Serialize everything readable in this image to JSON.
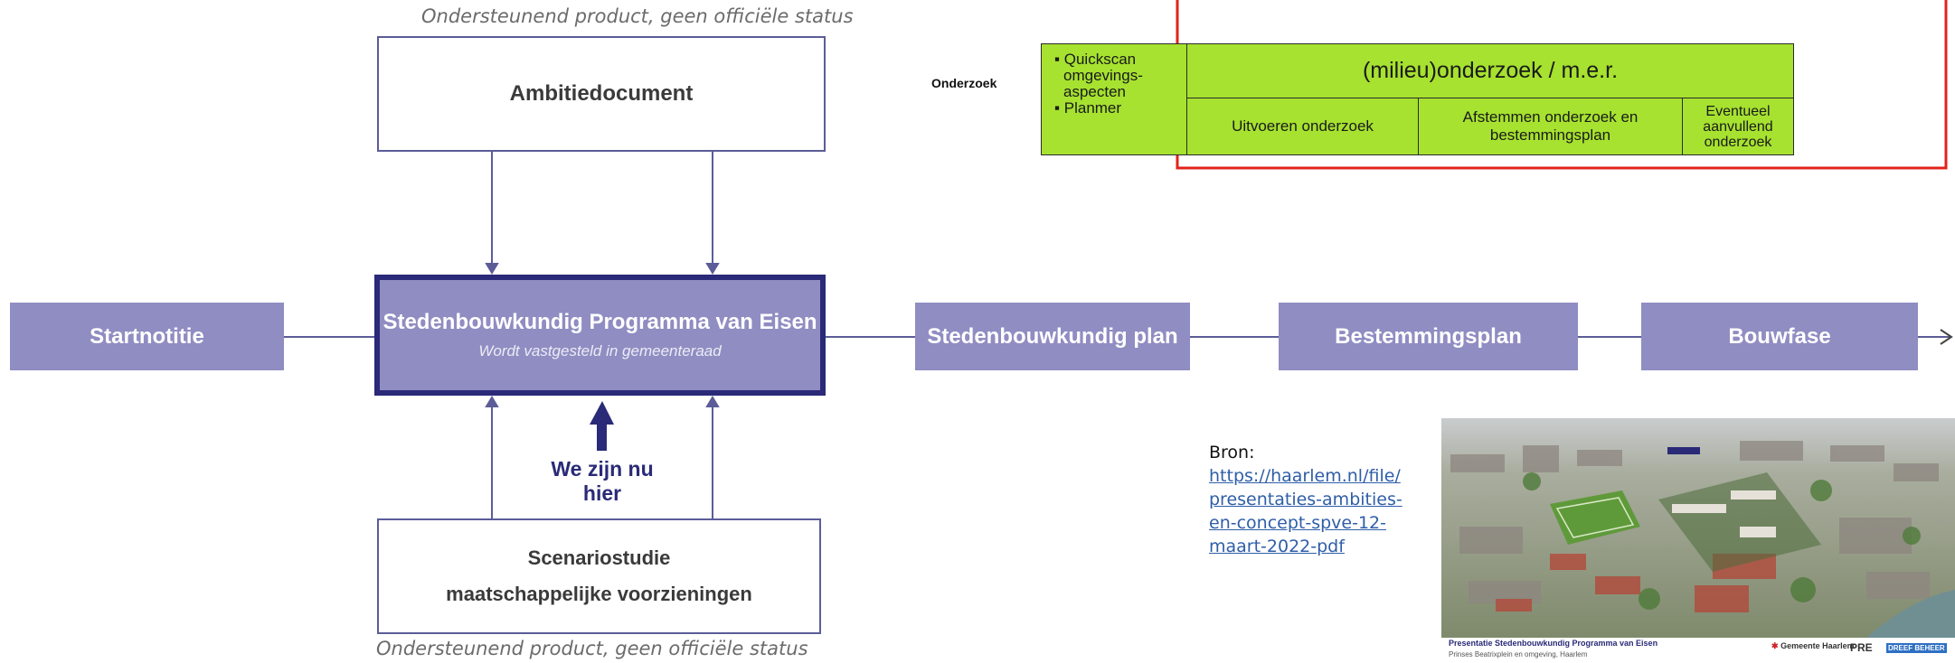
{
  "top_note": "Ondersteunend product, geen officiële status",
  "bottom_note": "Ondersteunend product, geen officiële status",
  "ambitie": {
    "label": "Ambitiedocument"
  },
  "spve": {
    "title": "Stedenbouwkundig Programma van Eisen",
    "subtitle": "Wordt vastgesteld in gemeenteraad"
  },
  "phases": {
    "start": "Startnotitie",
    "plan": "Stedenbouwkundig plan",
    "bestemming": "Bestemmingsplan",
    "bouw": "Bouwfase"
  },
  "here_label": "We zijn nu hier",
  "scenario": {
    "line1": "Scenariostudie",
    "line2": "maatschappelijke voorzieningen"
  },
  "research": {
    "row_label": "Onderzoek",
    "quickscan": [
      "Quickscan",
      "omgevings-",
      "aspecten",
      "Planmer"
    ],
    "main_title": "(milieu)onderzoek / m.e.r.",
    "cells": [
      "Uitvoeren onderzoek",
      "Afstemmen onderzoek en bestemmingsplan",
      "Eventueel aanvullend onderzoek"
    ]
  },
  "source": {
    "label": "Bron:",
    "link_lines": [
      "https://haarlem.nl/file/",
      "presentaties-ambities-",
      "en-concept-spve-12-",
      "maart-2022-pdf"
    ]
  },
  "thumbnail": {
    "caption_title": "Presentatie Stedenbouwkundig Programma van Eisen",
    "caption_sub": "Prinses Beatrixplein en omgeving, Haarlem",
    "logos": [
      "Gemeente Haarlem",
      "PRE",
      "DREEF BEHEER"
    ]
  },
  "colors": {
    "phase_fill": "#8f8dc2",
    "spve_border": "#2a2a78",
    "line": "#5c5c98",
    "green": "#a6e22f",
    "highlight": "#e0231c",
    "link": "#2e5ea8"
  }
}
